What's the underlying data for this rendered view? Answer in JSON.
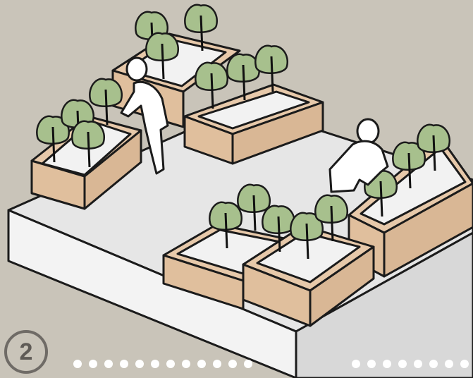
{
  "illustration": {
    "step_number": "2",
    "colors": {
      "background": "#c9c4b9",
      "platform_top": "#e6e6e6",
      "platform_front": "#f4f4f4",
      "planter_wood": "#e7c9aa",
      "planter_inner": "#f2f2f2",
      "tree_foliage": "#a7c08d",
      "tree_trunk": "#111111",
      "outline": "#1b1b1b",
      "person": "#ffffff",
      "dots": "#ffffff"
    },
    "figures": [
      "person-leaning-on-planter",
      "person-tending-planter"
    ],
    "planter_count": 6
  }
}
